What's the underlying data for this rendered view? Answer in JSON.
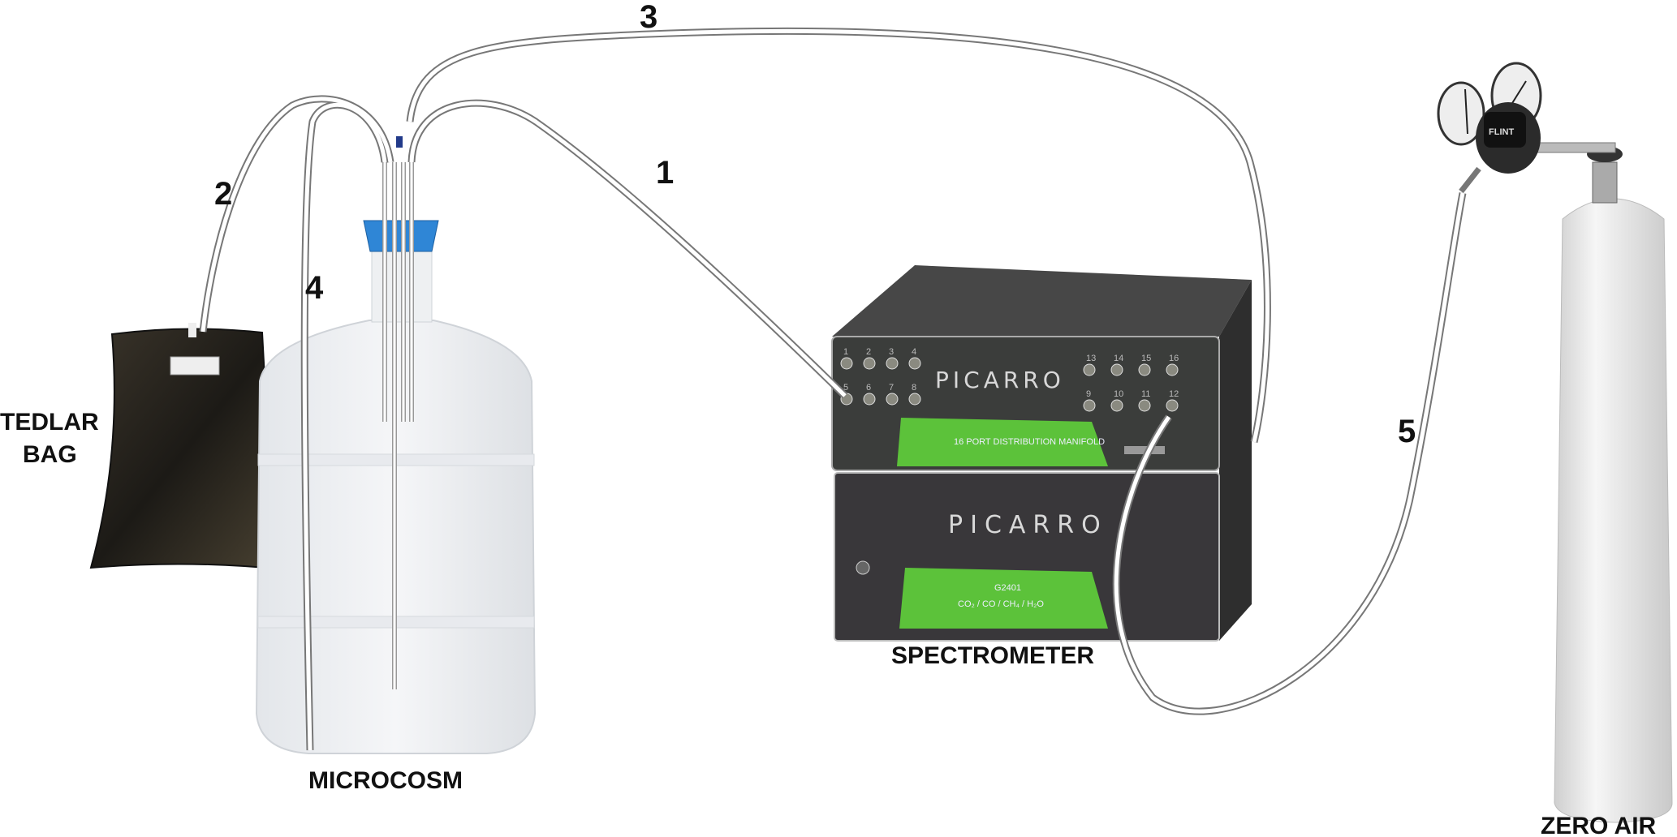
{
  "labels": {
    "tedlar_line1": "TEDLAR",
    "tedlar_line2": "BAG",
    "microcosm": "MICROCOSM",
    "spectrometer": "SPECTROMETER",
    "zero_air": "ZERO AIR"
  },
  "tubes": [
    "1",
    "2",
    "3",
    "4",
    "5"
  ],
  "manifold": {
    "brand": "PICARRO",
    "panel": "16 PORT DISTRIBUTION MANIFOLD",
    "ports_left_top": [
      "1",
      "2",
      "3",
      "4"
    ],
    "ports_left_bottom": [
      "5",
      "6",
      "7",
      "8"
    ],
    "ports_right_top": [
      "13",
      "14",
      "15",
      "16"
    ],
    "ports_right_bottom": [
      "9",
      "10",
      "11",
      "12"
    ]
  },
  "analyzer": {
    "brand": "PICARRO",
    "model": "G2401",
    "gases": "CO₂ / CO / CH₄ / H₂O"
  },
  "regulator": {
    "brand": "FLINT"
  },
  "colors": {
    "tube": "#888888",
    "device": "#3d3d3d",
    "green": "#5cc23a",
    "cap": "#2f86d6",
    "cylinder": "#e9e9e9",
    "bag": "#2a2620"
  }
}
